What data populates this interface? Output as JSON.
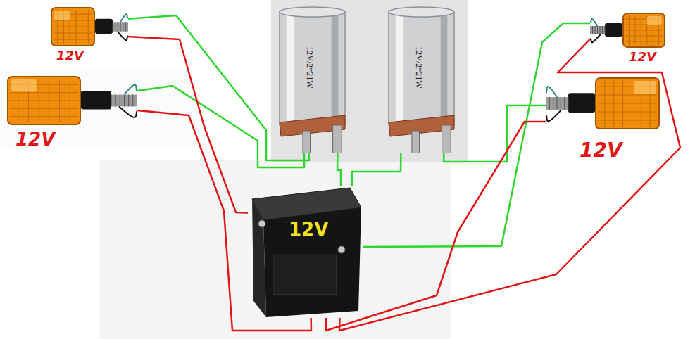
{
  "diagram": {
    "nodes": [
      {
        "text": [
          "12V"
        ]
      },
      {
        "text": [
          "12V"
        ]
      },
      {
        "text": [
          "12V/2*21W"
        ]
      },
      {
        "text": [
          "12V/2*21W"
        ]
      },
      {
        "text": [
          "12V"
        ]
      },
      {
        "text": [
          "12V"
        ]
      },
      {
        "text": [
          "12V"
        ]
      }
    ],
    "edges": [
      {
        "from": 0,
        "to": 2,
        "arrow": "none"
      },
      {
        "from": 4,
        "to": 2,
        "arrow": "none"
      },
      {
        "from": 2,
        "to": 6,
        "arrow": "none"
      },
      {
        "from": 3,
        "to": 6,
        "arrow": "none"
      },
      {
        "from": 3,
        "to": 5,
        "arrow": "none"
      },
      {
        "from": 1,
        "to": 6,
        "arrow": "none"
      },
      {
        "from": 0,
        "to": 6,
        "arrow": "none"
      },
      {
        "from": 4,
        "to": 6,
        "arrow": "none"
      },
      {
        "from": 1,
        "to": 6,
        "arrow": "none"
      },
      {
        "from": 5,
        "to": 6,
        "arrow": "none"
      }
    ]
  }
}
